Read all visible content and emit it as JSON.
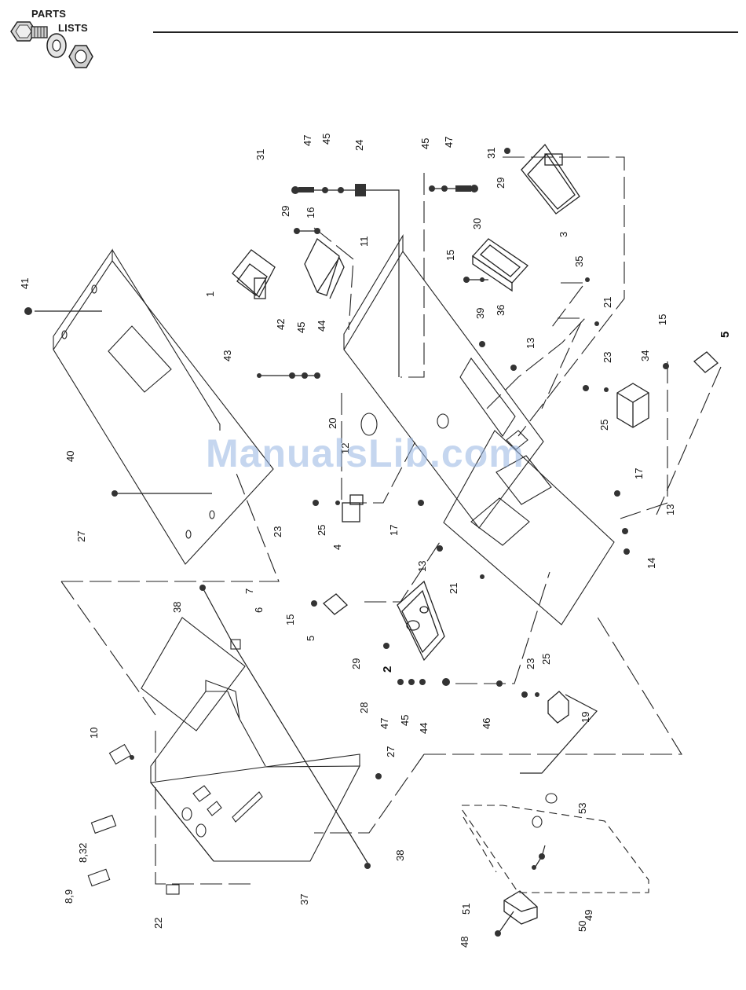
{
  "header": {
    "logo_line1": "PARTS",
    "logo_line2": "LISTS",
    "logo_icon": "bolt-washer-nut-icon"
  },
  "watermark": "ManualsLib.com",
  "callouts": {
    "c1": "1",
    "c2": "2",
    "c3": "3",
    "c4": "4",
    "c5a": "5",
    "c5b": "5",
    "c6": "6",
    "c7": "7",
    "c8_32": "8,32",
    "c8_9": "8,9",
    "c10": "10",
    "c11": "11",
    "c12": "12",
    "c13a": "13",
    "c13b": "13",
    "c13c": "13",
    "c14": "14",
    "c15a": "15",
    "c15b": "15",
    "c15c": "15",
    "c16": "16",
    "c17a": "17",
    "c17b": "17",
    "c19": "19",
    "c20": "20",
    "c21a": "21",
    "c21b": "21",
    "c22": "22",
    "c23a": "23",
    "c23b": "23",
    "c23c": "23",
    "c24": "24",
    "c25a": "25",
    "c25b": "25",
    "c25c": "25",
    "c27a": "27",
    "c27b": "27",
    "c28": "28",
    "c29a": "29",
    "c29b": "29",
    "c29c": "29",
    "c30": "30",
    "c31a": "31",
    "c31b": "31",
    "c34": "34",
    "c35": "35",
    "c36": "36",
    "c37": "37",
    "c38a": "38",
    "c38b": "38",
    "c39": "39",
    "c40": "40",
    "c41": "41",
    "c42": "42",
    "c43": "43",
    "c44a": "44",
    "c44b": "44",
    "c45a": "45",
    "c45b": "45",
    "c45c": "45",
    "c45d": "45",
    "c46": "46",
    "c47a": "47",
    "c47b": "47",
    "c47c": "47",
    "c48": "48",
    "c49": "49",
    "c50": "50",
    "c51": "51",
    "c53": "53"
  }
}
